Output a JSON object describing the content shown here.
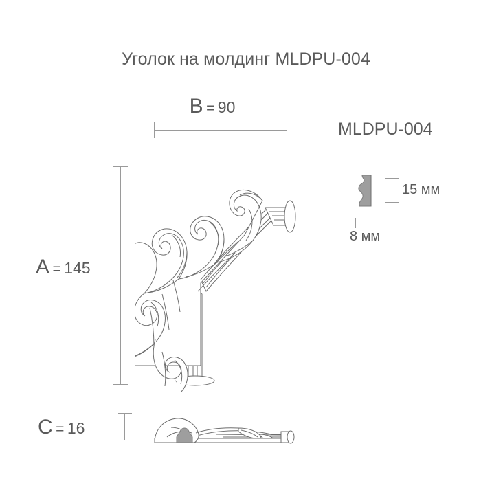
{
  "title": "Уголок на молдинг MLDPU-004",
  "part_code": "MLDPU-004",
  "dimensions": {
    "b": {
      "letter": "B",
      "eq": "=",
      "value": "90"
    },
    "a": {
      "letter": "A",
      "eq": "=",
      "value": "145"
    },
    "c": {
      "letter": "C",
      "eq": "=",
      "value": "16"
    }
  },
  "profile": {
    "height_label": "15 мм",
    "width_label": "8 мм"
  },
  "colors": {
    "background": "#ffffff",
    "text": "#5a5a5a",
    "line": "#6d6d6d",
    "dimension_line": "#9a9a9a",
    "profile_fill": "#9e9e9e"
  }
}
